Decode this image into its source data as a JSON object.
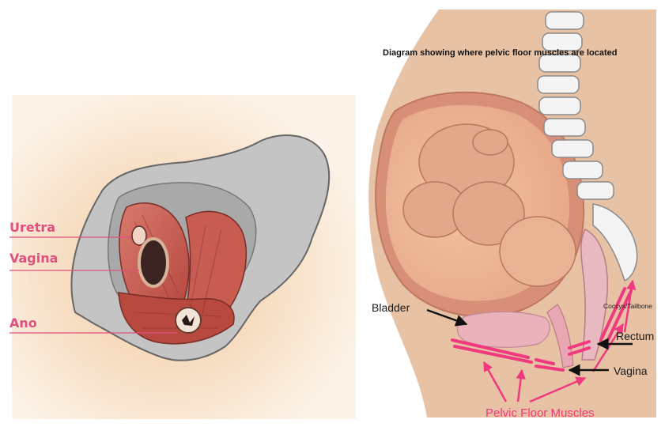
{
  "left_panel": {
    "labels": {
      "uretra": "Uretra",
      "vagina": "Vagina",
      "ano": "Ano"
    }
  },
  "right_panel": {
    "title": "Diagram showing where pelvic floor muscles are located",
    "labels": {
      "bladder": "Bladder",
      "coccyx": "Coccyx/Tailbone",
      "rectum": "Rectum",
      "vagina": "Vagina",
      "pelvic_floor": "Pelvic Floor Muscles"
    }
  },
  "colors": {
    "label_pink": "#e0507e",
    "muscle_red": "#c9605a",
    "skin": "#e8c6a6",
    "bone_gray": "#b8b8b8",
    "arrow_pink": "#f0397e"
  }
}
